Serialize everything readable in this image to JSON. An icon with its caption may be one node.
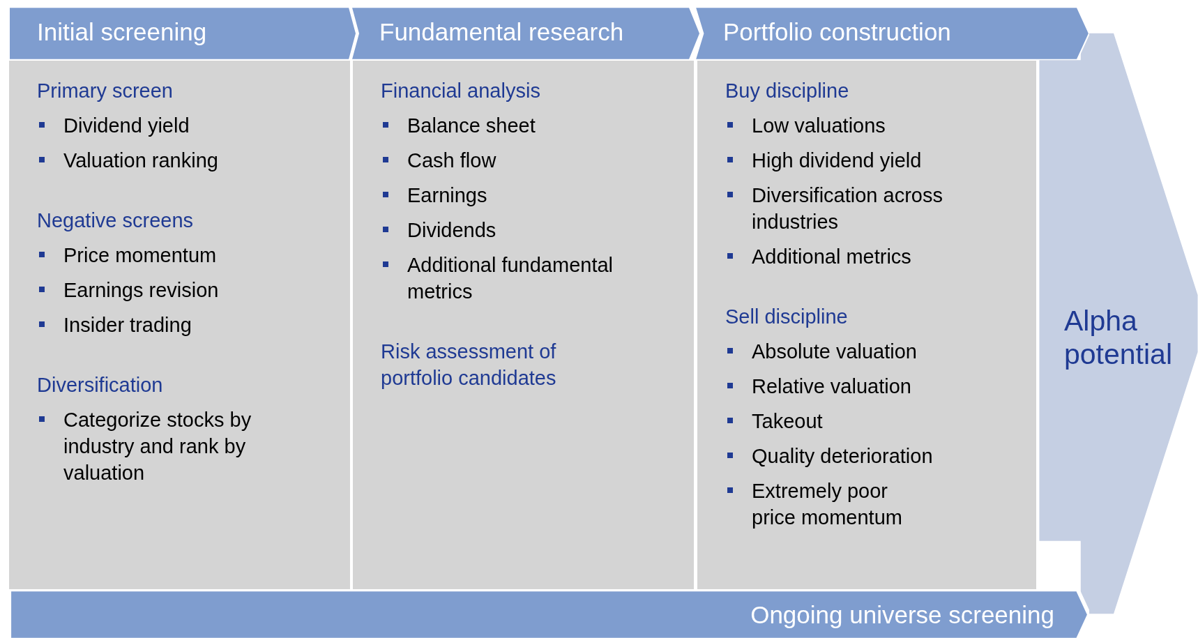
{
  "diagram": {
    "nodes": [
      {
        "text": [
          "Initial screening"
        ]
      },
      {
        "text": [
          "Fundamental research"
        ]
      },
      {
        "text": [
          "Portfolio construction"
        ]
      },
      {
        "text": [
          "Primary screen",
          "Dividend yield",
          "Valuation ranking",
          "Negative screens",
          "Price momentum",
          "Earnings revision",
          "Insider trading",
          "Diversification",
          "Categorize stocks by industry and rank by valuation"
        ]
      },
      {
        "text": [
          "Financial analysis",
          "Balance sheet",
          "Cash flow",
          "Earnings",
          "Dividends",
          "Additional fundamental metrics",
          "Risk assessment of portfolio candidates"
        ]
      },
      {
        "text": [
          "Buy discipline",
          "Low valuations",
          "High dividend yield",
          "Diversification across industries",
          "Additional metrics",
          "Sell discipline",
          "Absolute valuation",
          "Relative valuation",
          "Takeout",
          "Quality deterioration",
          "Extremely poor price momentum"
        ]
      },
      {
        "text": [
          "Alpha potential"
        ]
      },
      {
        "text": [
          "Ongoing universe screening"
        ]
      }
    ],
    "edges": []
  }
}
